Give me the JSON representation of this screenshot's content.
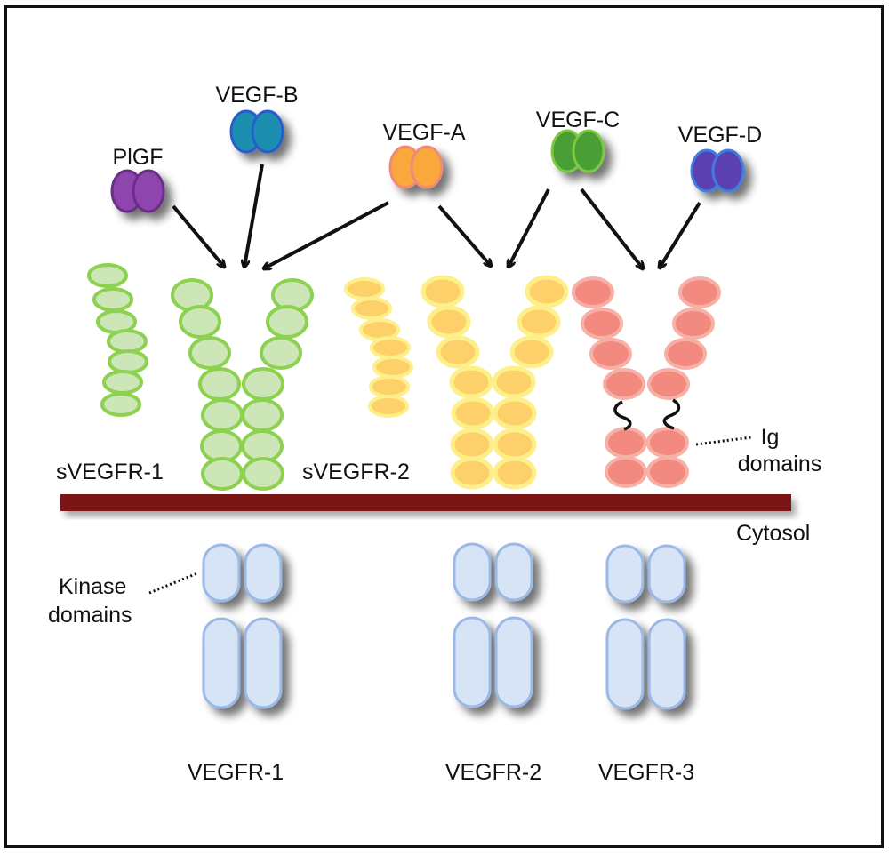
{
  "ligands": [
    {
      "id": "plgf",
      "label": "PlGF",
      "fill": "#8e44ad",
      "stroke": "#6b2d8a"
    },
    {
      "id": "vegf-b",
      "label": "VEGF-B",
      "fill": "#1a8fb0",
      "stroke": "#2a5bd0"
    },
    {
      "id": "vegf-a",
      "label": "VEGF-A",
      "fill": "#f9a83a",
      "stroke": "#f08a78"
    },
    {
      "id": "vegf-c",
      "label": "VEGF-C",
      "fill": "#4a9e36",
      "stroke": "#7bc943"
    },
    {
      "id": "vegf-d",
      "label": "VEGF-D",
      "fill": "#5a3fb0",
      "stroke": "#3d7ee0"
    }
  ],
  "receptors": {
    "svegfr1": {
      "label": "sVEGFR-1"
    },
    "vegfr1": {
      "label": "VEGFR-1"
    },
    "svegfr2": {
      "label": "sVEGFR-2"
    },
    "vegfr2": {
      "label": "VEGFR-2"
    },
    "vegfr3": {
      "label": "VEGFR-3"
    }
  },
  "annotations": {
    "ig_line1": "Ig",
    "ig_line2": "domains",
    "kinase_line1": "Kinase",
    "kinase_line2": "domains",
    "cytosol": "Cytosol"
  },
  "colors": {
    "membrane": "#7a1616",
    "tm_segment": "#5533a0",
    "kinase_fill": "#d6e4f5",
    "kinase_stroke": "#9bb9e6",
    "vegfr1_fill": "#cce6b8",
    "vegfr1_stroke": "#8cd150",
    "vegfr2_fill": "#fdd06a",
    "vegfr2_stroke": "#fdf08a",
    "vegfr3_fill": "#f28a80",
    "vegfr3_stroke": "#f7b0a6",
    "arrow": "#111111"
  },
  "binding": [
    {
      "from": "plgf",
      "to": "vegfr1"
    },
    {
      "from": "vegf-b",
      "to": "vegfr1"
    },
    {
      "from": "vegf-a",
      "to": "vegfr1"
    },
    {
      "from": "vegf-a",
      "to": "vegfr2"
    },
    {
      "from": "vegf-c",
      "to": "vegfr2"
    },
    {
      "from": "vegf-c",
      "to": "vegfr3"
    },
    {
      "from": "vegf-d",
      "to": "vegfr3"
    }
  ]
}
